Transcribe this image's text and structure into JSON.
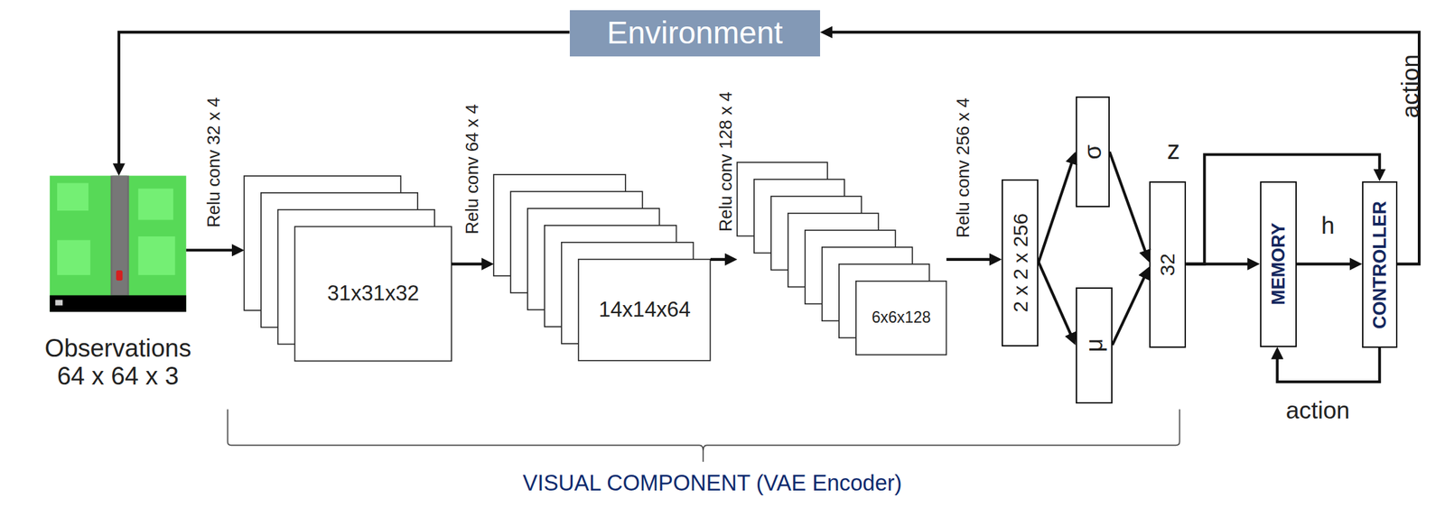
{
  "diagram": {
    "nodes": [
      {
        "text": [
          "Environment"
        ]
      },
      {
        "text": [
          "Observations 64 x 64 x 3"
        ]
      },
      {
        "text": [
          "31x31x32"
        ]
      },
      {
        "text": [
          "14x14x64"
        ]
      },
      {
        "text": [
          "6x6x128"
        ]
      },
      {
        "text": [
          "2 x 2 x 256"
        ]
      },
      {
        "text": [
          "σ"
        ]
      },
      {
        "text": [
          "μ"
        ]
      },
      {
        "text": [
          "z",
          "32"
        ]
      },
      {
        "text": [
          "MEMORY"
        ]
      },
      {
        "text": [
          "CONTROLLER"
        ]
      }
    ],
    "edges": [
      {
        "from": 0,
        "to": 1,
        "arrow": "to"
      },
      {
        "from": 1,
        "to": 2,
        "arrow": "to",
        "label": "Relu conv 32 x 4"
      },
      {
        "from": 2,
        "to": 3,
        "arrow": "to",
        "label": "Relu conv 64 x 4"
      },
      {
        "from": 3,
        "to": 4,
        "arrow": "to",
        "label": "Relu conv 128 x 4"
      },
      {
        "from": 4,
        "to": 5,
        "arrow": "to",
        "label": "Relu conv 256 x 4"
      },
      {
        "from": 5,
        "to": 6,
        "arrow": "to"
      },
      {
        "from": 5,
        "to": 7,
        "arrow": "to"
      },
      {
        "from": 6,
        "to": 8,
        "arrow": "to"
      },
      {
        "from": 7,
        "to": 8,
        "arrow": "to"
      },
      {
        "from": 8,
        "to": 9,
        "arrow": "to"
      },
      {
        "from": 8,
        "to": 10,
        "arrow": "to"
      },
      {
        "from": 9,
        "to": 10,
        "arrow": "to",
        "label": "h"
      },
      {
        "from": 10,
        "to": 9,
        "arrow": "to",
        "label": "action"
      },
      {
        "from": 10,
        "to": 0,
        "arrow": "to",
        "label": "action"
      }
    ],
    "labels": [
      "VISUAL COMPONENT (VAE Encoder)"
    ]
  }
}
